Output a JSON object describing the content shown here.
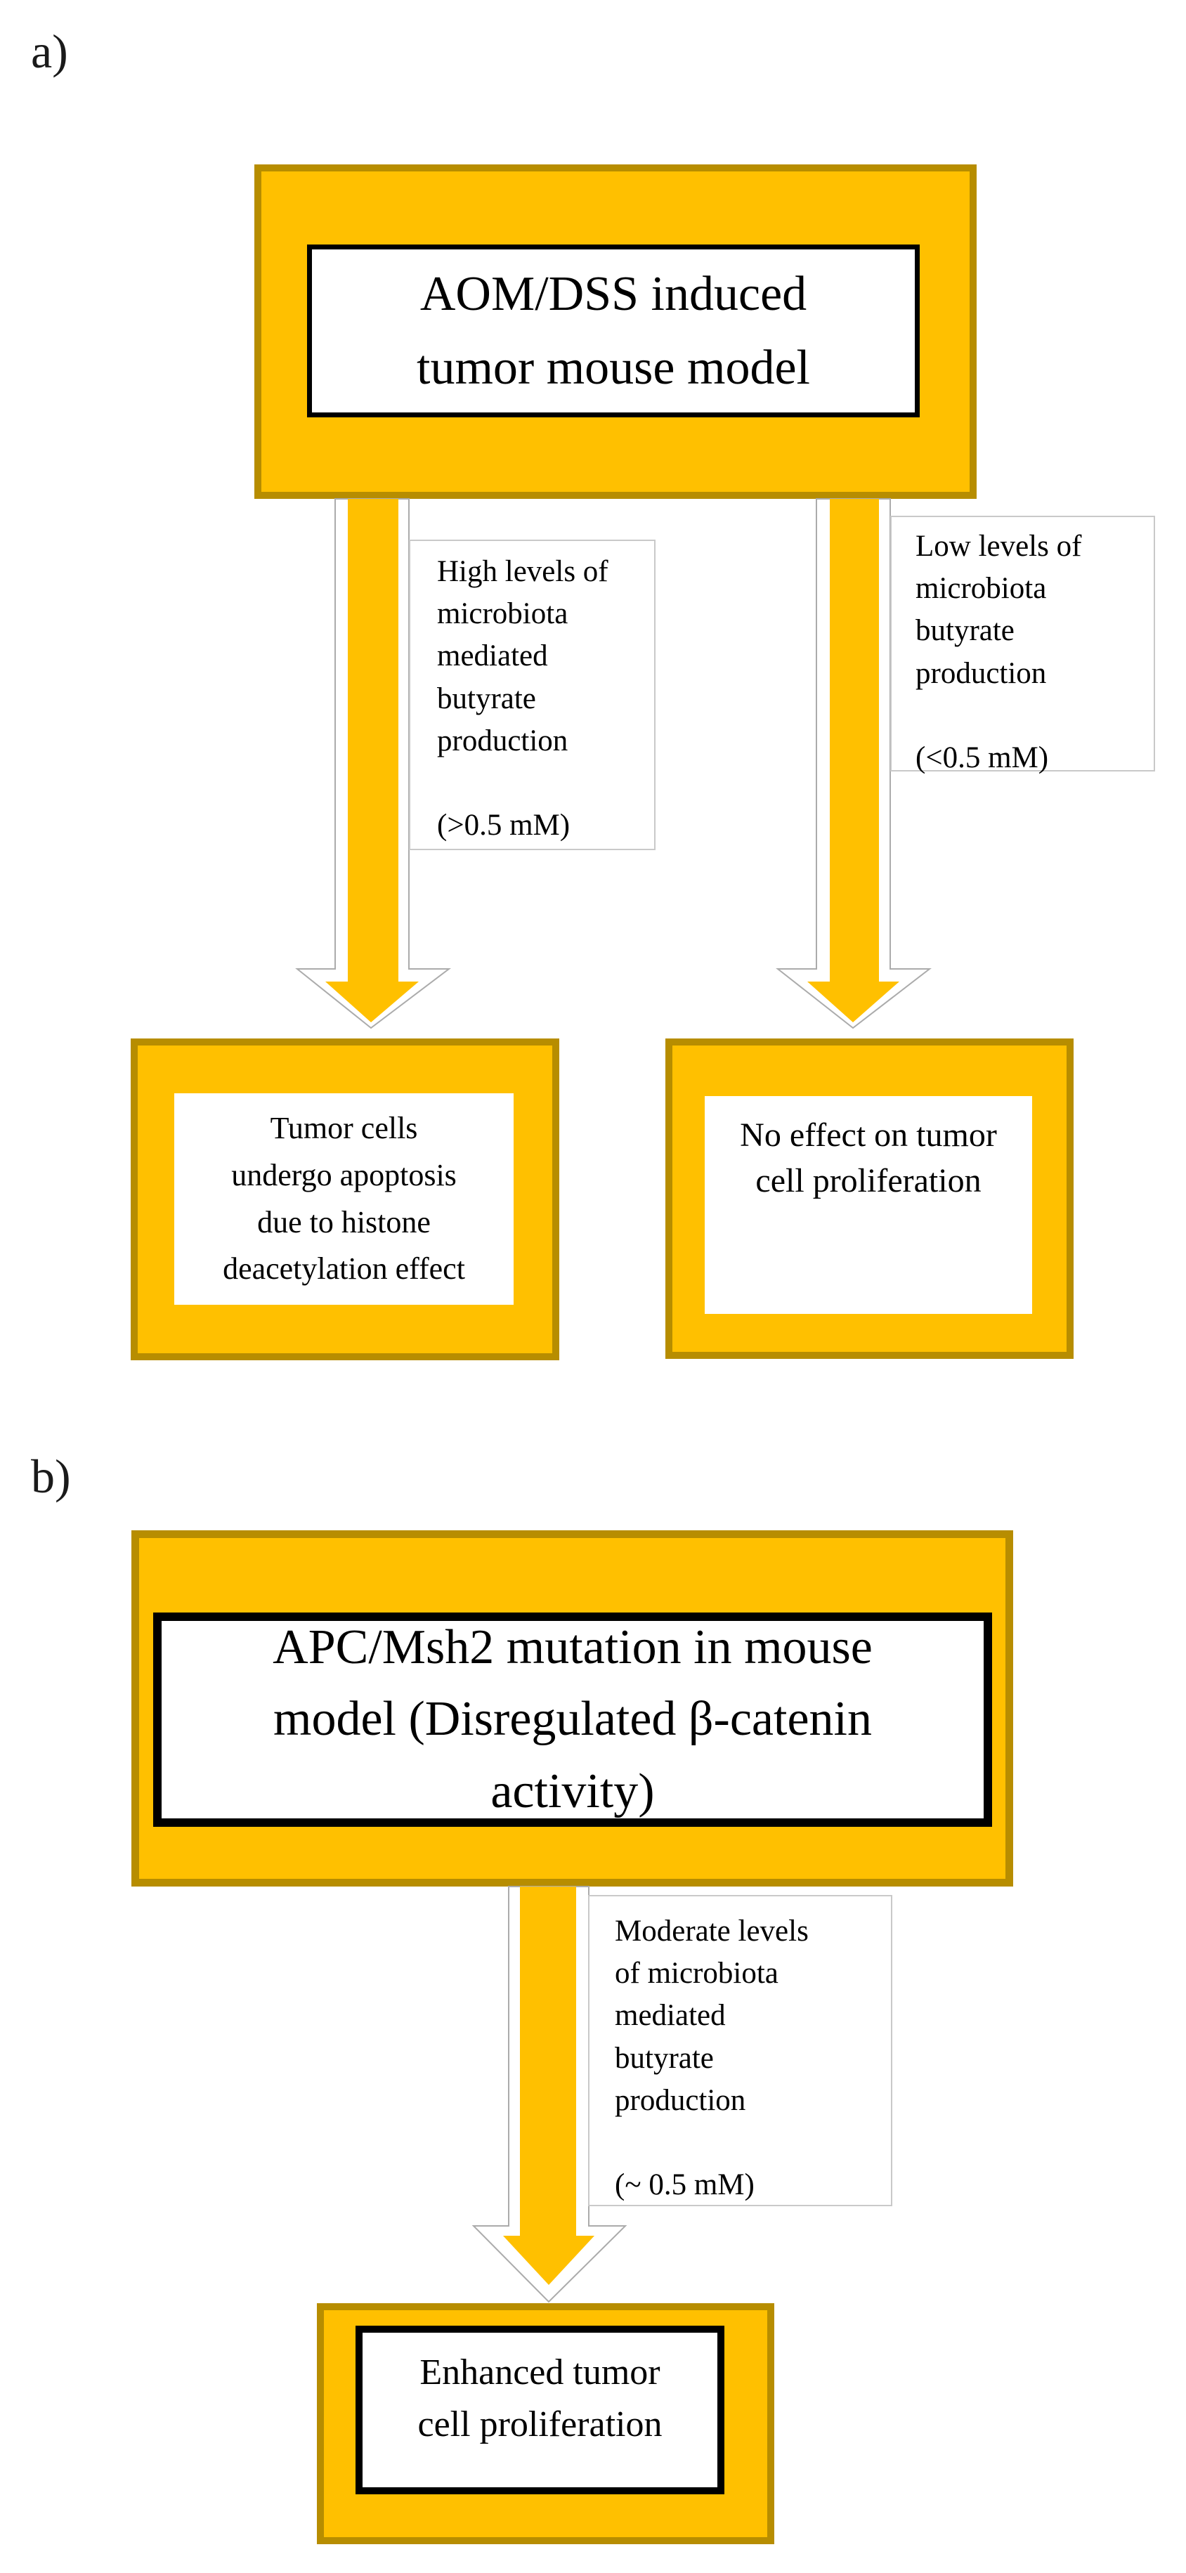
{
  "figure": {
    "colors": {
      "box_fill": "#FFC000",
      "box_border": "#B78D00",
      "inner_box_border": "#000000",
      "arrow_fill": "#FFC000",
      "arrow_outline": "#ABABAB",
      "label_box_border": "#C9C9C9",
      "text": "#000000",
      "background": "#FFFFFF"
    },
    "section_a": {
      "label": "a)",
      "source_box_title": "AOM/DSS induced\ntumor mouse model",
      "left_arrow_label": "High levels of\nmicrobiota\nmediated\nbutyrate\nproduction\n\n(>0.5 mM)",
      "right_arrow_label": "Low levels of\nmicrobiota\nbutyrate\nproduction\n\n(<0.5 mM)",
      "left_outcome": "Tumor cells\nundergo apoptosis\ndue to histone\ndeacetylation effect",
      "right_outcome": "No effect on tumor\ncell proliferation"
    },
    "section_b": {
      "label": "b)",
      "source_box_title": "APC/Msh2 mutation in mouse\nmodel (Disregulated β-catenin\nactivity)",
      "arrow_label": "Moderate levels\nof microbiota\nmediated\nbutyrate\nproduction\n\n(~ 0.5 mM)",
      "outcome": "Enhanced tumor\ncell proliferation"
    }
  }
}
